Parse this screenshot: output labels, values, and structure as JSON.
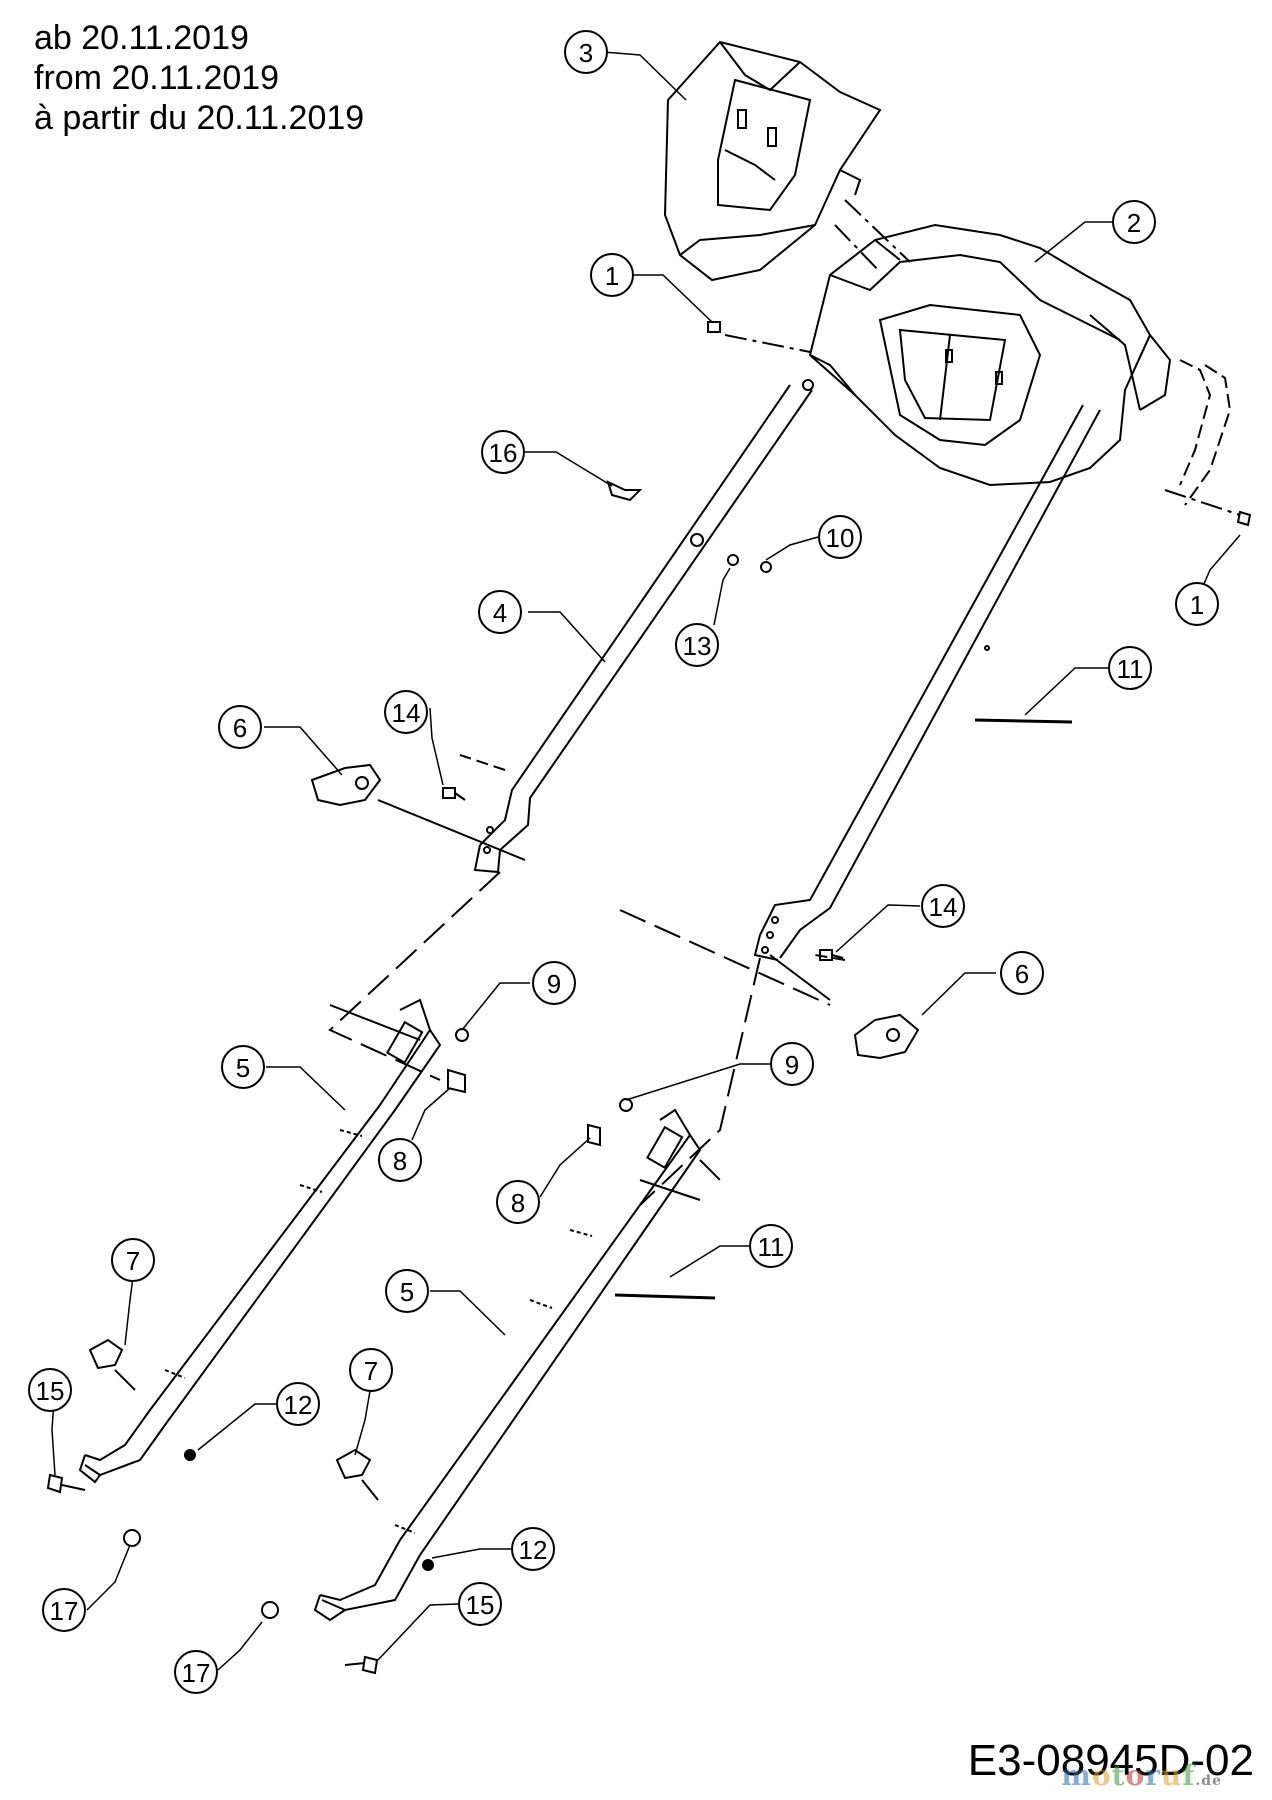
{
  "header": {
    "line_de": "ab 20.11.2019",
    "line_en": "from 20.11.2019",
    "line_fr": "à partir du 20.11.2019"
  },
  "footer": {
    "drawing_number": "E3-08945D-02"
  },
  "watermark": {
    "text": "motoruf",
    "suffix": ".de",
    "colors": [
      "#2a6fb5",
      "#e0a020",
      "#3a9a3a",
      "#c03030"
    ]
  },
  "callouts": [
    {
      "label": "3"
    },
    {
      "label": "2"
    },
    {
      "label": "1"
    },
    {
      "label": "16"
    },
    {
      "label": "10"
    },
    {
      "label": "13"
    },
    {
      "label": "1"
    },
    {
      "label": "4"
    },
    {
      "label": "11"
    },
    {
      "label": "6"
    },
    {
      "label": "14"
    },
    {
      "label": "14"
    },
    {
      "label": "6"
    },
    {
      "label": "9"
    },
    {
      "label": "5"
    },
    {
      "label": "9"
    },
    {
      "label": "8"
    },
    {
      "label": "8"
    },
    {
      "label": "11"
    },
    {
      "label": "7"
    },
    {
      "label": "5"
    },
    {
      "label": "15"
    },
    {
      "label": "12"
    },
    {
      "label": "7"
    },
    {
      "label": "12"
    },
    {
      "label": "17"
    },
    {
      "label": "15"
    },
    {
      "label": "17"
    }
  ]
}
